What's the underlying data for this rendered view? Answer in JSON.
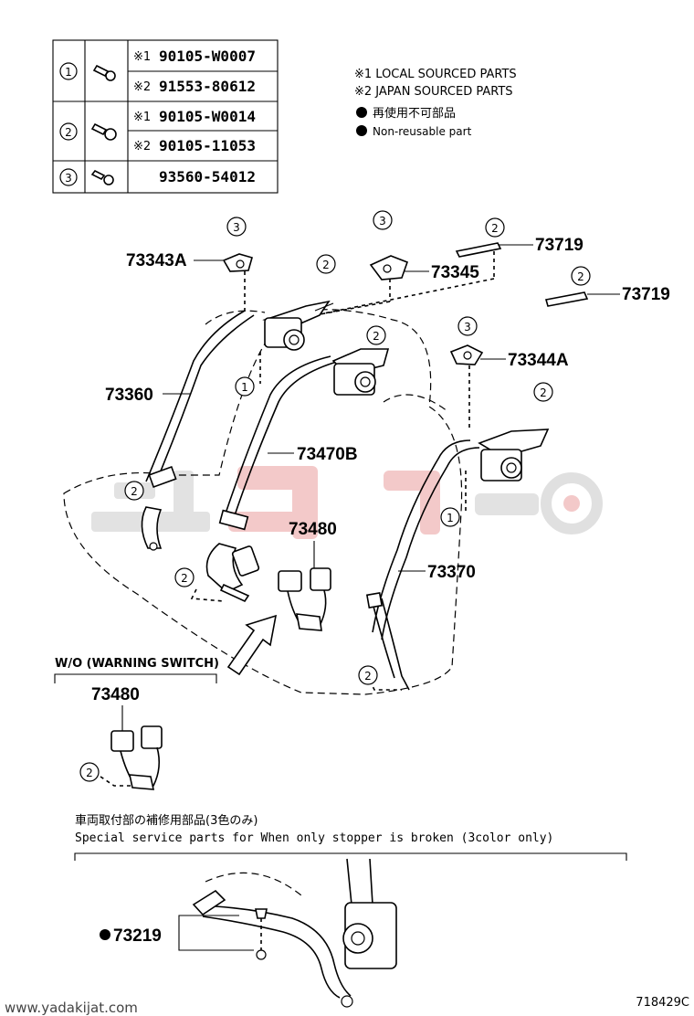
{
  "legend_table": {
    "rows": [
      {
        "key": "1",
        "parts": [
          {
            "mark": "※1",
            "number": "90105-W0007"
          },
          {
            "mark": "※2",
            "number": "91553-80612"
          }
        ]
      },
      {
        "key": "2",
        "parts": [
          {
            "mark": "※1",
            "number": "90105-W0014"
          },
          {
            "mark": "※2",
            "number": "90105-11053"
          }
        ]
      },
      {
        "key": "3",
        "parts": [
          {
            "mark": "",
            "number": "93560-54012"
          }
        ]
      }
    ]
  },
  "notes": {
    "local": "※1 LOCAL SOURCED PARTS",
    "japan": "※2 JAPAN SOURCED PARTS",
    "nonreusable_jp": "再使用不可部品",
    "nonreusable_en": "Non-reusable part"
  },
  "part_labels": {
    "p73343A": "73343A",
    "p73345": "73345",
    "p73719a": "73719",
    "p73719b": "73719",
    "p73344A": "73344A",
    "p73360": "73360",
    "p73470B": "73470B",
    "p73480": "73480",
    "p73370": "73370",
    "p73480_wo": "73480",
    "p73219": "73219"
  },
  "callouts": {
    "c1": "1",
    "c2": "2",
    "c3": "3"
  },
  "variant_label": "W/O (WARNING SWITCH)",
  "special_service": {
    "jp": "車両取付部の補修用部品(3色のみ)",
    "en": "Special service parts for When only stopper is broken (3color only)"
  },
  "watermark_url": "www.yadakijat.com",
  "diagram_id": "718429C"
}
